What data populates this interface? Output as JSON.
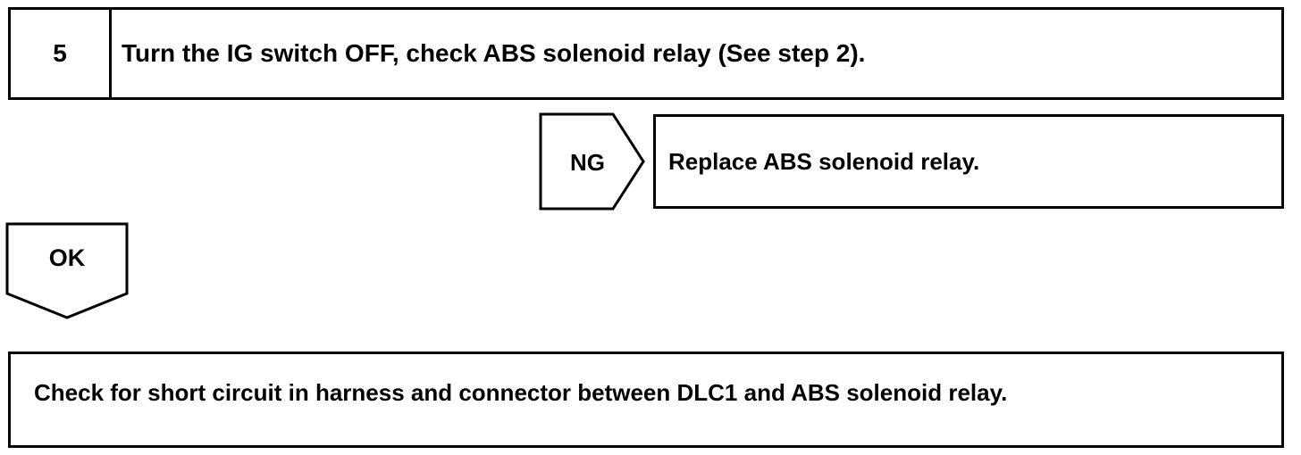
{
  "step": {
    "number": "5",
    "instruction": "Turn the IG switch OFF, check ABS solenoid relay (See step 2)."
  },
  "ng_branch": {
    "label": "NG",
    "action": "Replace ABS solenoid relay."
  },
  "ok_branch": {
    "label": "OK"
  },
  "next_step": {
    "instruction": "Check for short circuit in harness and connector between DLC1 and ABS solenoid relay."
  }
}
